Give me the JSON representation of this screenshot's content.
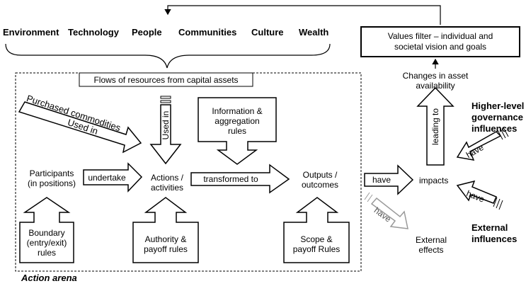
{
  "capitals": [
    "Environment",
    "Technology",
    "People",
    "Communities",
    "Culture",
    "Wealth"
  ],
  "values_filter": [
    "Values filter – individual and",
    "societal vision and goals"
  ],
  "changes": [
    "Changes in asset",
    "availability"
  ],
  "flows_title": "Flows of resources from capital assets",
  "purchased": "Purchased commodities",
  "used_in_diag": "Used in",
  "used_in_vert": "Used in",
  "info_rules": [
    "Information &",
    "aggregation",
    "rules"
  ],
  "participants": [
    "Participants",
    "(in positions)"
  ],
  "undertake": "undertake",
  "actions": [
    "Actions /",
    "activities"
  ],
  "transformed": "transformed to",
  "outputs": [
    "Outputs /",
    "outcomes"
  ],
  "have_main": "have",
  "impacts": "impacts",
  "leading_to": "leading to",
  "higher": [
    "Higher-level",
    "governance",
    "influences"
  ],
  "have_upper": "have",
  "have_lower": "have",
  "external_influences": [
    "External",
    "influences"
  ],
  "have_faded": "have",
  "external_effects": [
    "External",
    "effects"
  ],
  "boundary": [
    "Boundary",
    "(entry/exit)",
    "rules"
  ],
  "authority": [
    "Authority &",
    "payoff rules"
  ],
  "scope": [
    "Scope &",
    "payoff Rules"
  ],
  "action_arena": "Action arena",
  "colors": {
    "line": "#000000",
    "faded": "#9a9a9a",
    "fill": "#ffffff"
  }
}
